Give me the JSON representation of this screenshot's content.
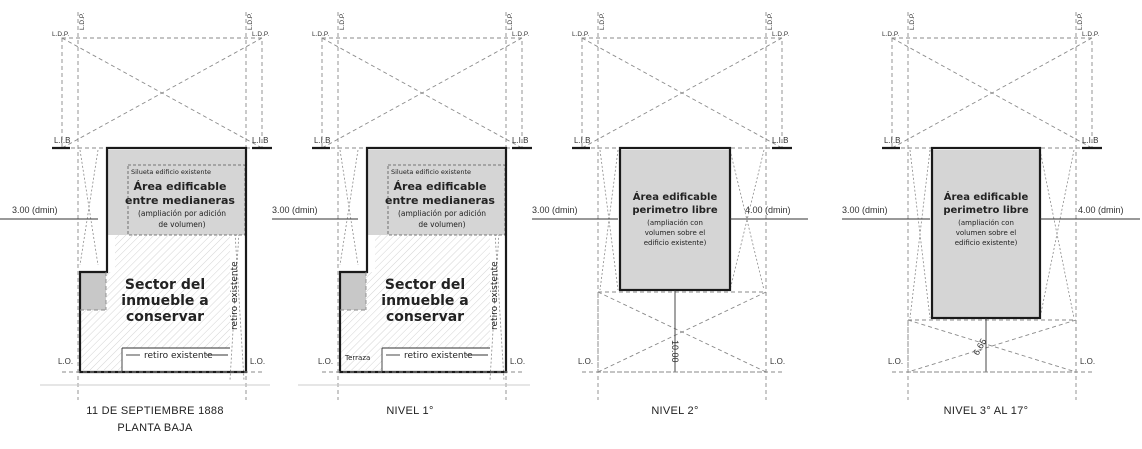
{
  "labels": {
    "ldp": "L.D.P.",
    "lib": "L.I.B",
    "lo": "L.O."
  },
  "panels": [
    {
      "caption_line1": "11 DE SEPTIEMBRE 1888",
      "caption_line2": "PLANTA BAJA",
      "silueta": "Silueta edificio existente",
      "area_line1": "Área edificable",
      "area_line2": "entre medianeras",
      "area_line3": "(ampliación por adición",
      "area_line4": "de volumen)",
      "sector_line1": "Sector del",
      "sector_line2": "inmueble a",
      "sector_line3": "conservar",
      "retiro_vertical": "retiro existente",
      "retiro_horizontal": "retiro existente",
      "dim_left": "3.00 (dmin)"
    },
    {
      "caption_line1": "NIVEL 1°",
      "silueta": "Silueta edificio existente",
      "area_line1": "Área edificable",
      "area_line2": "entre medianeras",
      "area_line3": "(ampliación por adición",
      "area_line4": "de volumen)",
      "sector_line1": "Sector del",
      "sector_line2": "inmueble a",
      "sector_line3": "conservar",
      "retiro_vertical": "retiro existente",
      "retiro_horizontal": "retiro existente",
      "terraza": "Terraza",
      "dim_left": "3.00 (dmin)"
    },
    {
      "caption_line1": "NIVEL 2°",
      "area_line1": "Área edificable",
      "area_line2": "perimetro libre",
      "area_line3": "(ampliación con",
      "area_line4": "volumen sobre el",
      "area_line5": "edificio existente)",
      "dim_left": "3.00 (dmin)",
      "dim_right": "4.00 (dmin)",
      "dim_vertical": "10.00"
    },
    {
      "caption_line1": "NIVEL 3° AL 17°",
      "area_line1": "Área edificable",
      "area_line2": "perimetro libre",
      "area_line3": "(ampliación con",
      "area_line4": "volumen sobre el",
      "area_line5": "edificio existente)",
      "dim_left": "3.00 (dmin)",
      "dim_right": "4.00 (dmin)",
      "dim_vertical": "6.65"
    }
  ]
}
